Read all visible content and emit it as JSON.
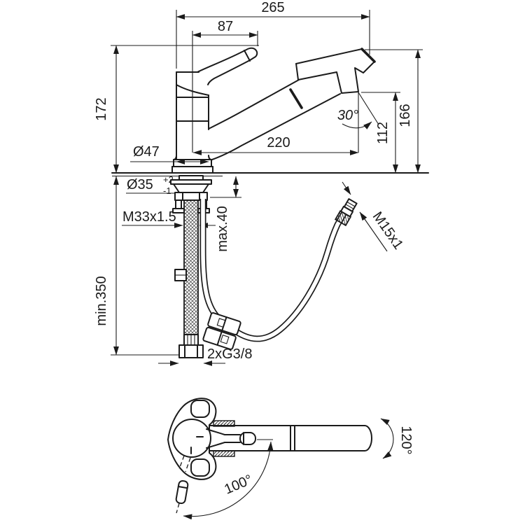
{
  "side_view": {
    "overall_length": "265",
    "lever_reach": "87",
    "height_above_deck": "172",
    "spout_height": "166",
    "outlet_height": "112",
    "spout_reach": "220",
    "outlet_angle": "30°",
    "body_diameter": "Ø47",
    "hole_diameter": "Ø35",
    "hole_tolerance_upper": "+2",
    "hole_tolerance_lower": "-1",
    "shank_thread": "M33x1.5",
    "max_deck_thickness": "max.40",
    "min_clearance_below": "min.350",
    "spray_hose_thread": "M15x1",
    "supply_connections": "2xG3/8"
  },
  "top_view": {
    "spout_swivel_angle": "120°",
    "handle_swivel_angle": "100°"
  },
  "colors": {
    "line": "#1b1b1b",
    "background": "#ffffff"
  }
}
